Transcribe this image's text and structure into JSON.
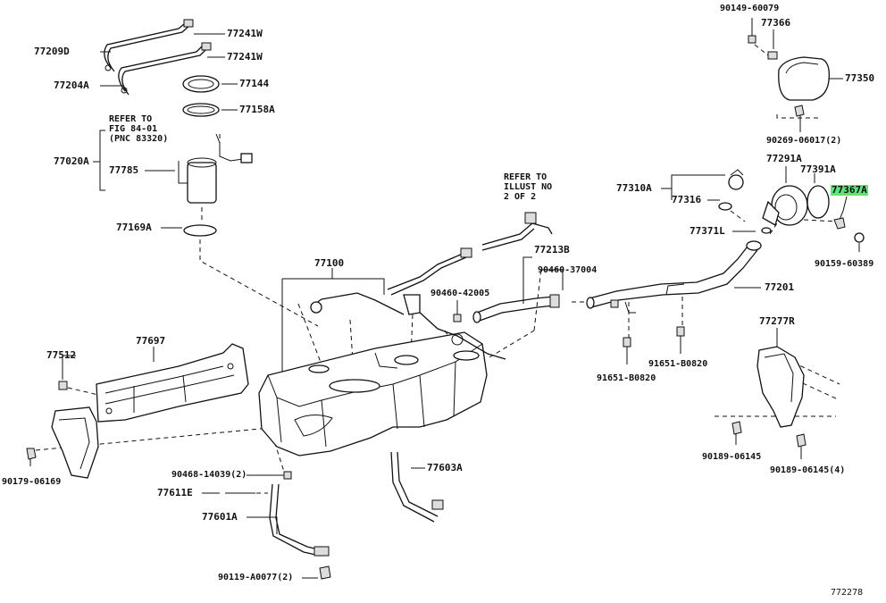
{
  "labels": {
    "l77209d": "77209D",
    "l77204a": "77204A",
    "l77241w_1": "77241W",
    "l77241w_2": "77241W",
    "l77144": "77144",
    "l77158a": "77158A",
    "l77020a": "77020A",
    "l77785": "77785",
    "l77169a": "77169A",
    "l77100": "77100",
    "l77512": "77512",
    "l77697": "77697",
    "l90179_06169": "90179-06169",
    "l90468_14039": "90468-14039(2)",
    "l77611e": "77611E",
    "l77601a": "77601A",
    "l90119_a0077": "90119-A0077(2)",
    "l77603a": "77603A",
    "l90460_42005": "90460-42005",
    "l77213b": "77213B",
    "l90460_37004": "90460-37004",
    "l77310a": "77310A",
    "l77316": "77316",
    "l77371l": "77371L",
    "l77291a": "77291A",
    "l77391a": "77391A",
    "l77367a": "77367A",
    "l90159_60389": "90159-60389",
    "l77201": "77201",
    "l91651_b0820_a": "91651-B0820",
    "l91651_b0820_b": "91651-B0820",
    "l77277r": "77277R",
    "l90189_06145": "90189-06145",
    "l90189_06145_4": "90189-06145(4)",
    "l90149_60079": "90149-60079",
    "l77366": "77366",
    "l77350": "77350",
    "l90269_06017": "90269-06017(2)",
    "diagram_code": "772278"
  },
  "notes": {
    "refer_fig": [
      "REFER TO",
      "FIG 84-01",
      "(PNC 83320)"
    ],
    "refer_illust": [
      "REFER TO",
      "ILLUST NO",
      "2 OF 2"
    ]
  },
  "highlight": {
    "part": "77367A",
    "color": "#5ee57a"
  }
}
